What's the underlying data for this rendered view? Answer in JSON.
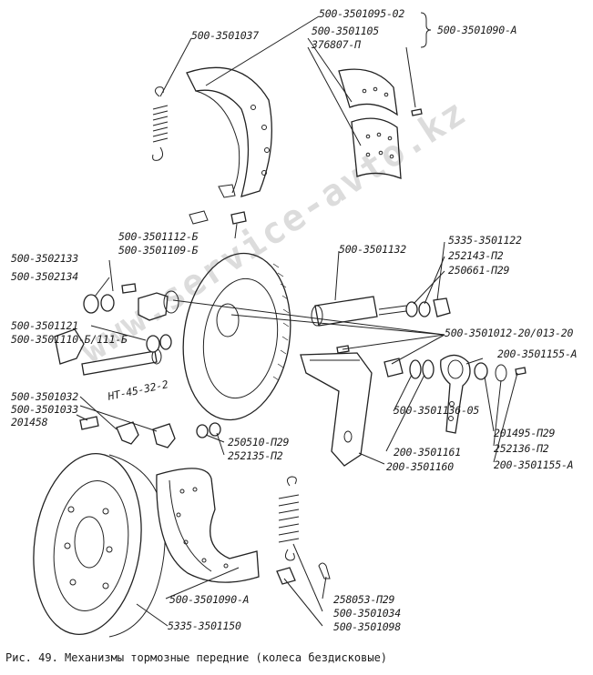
{
  "figure": {
    "caption": "Рис. 49. Механизмы тормозные передние (колеса бездисковые)",
    "watermark": "www.service-avto.kz"
  },
  "labels": {
    "l01": "500-3501037",
    "l02": "500-3501095-02",
    "l03": "500-3501105",
    "l04": "376807-П",
    "l05": "500-3501090-А",
    "l06": "500-3501112-Б",
    "l07": "500-3501109-Б",
    "l08": "500-3501132",
    "l09": "5335-3501122",
    "l10": "252143-П2",
    "l11": "250661-П29",
    "l12": "500-3502133",
    "l13": "500-3502134",
    "l14": "500-3501121",
    "l15": "500-3501110-Б/111-Б",
    "l16": "500-3501012-20/013-20",
    "l17": "200-3501155-А",
    "l18": "НТ-45-32-2",
    "l19": "500-3501032",
    "l20": "500-3501033",
    "l21": "201458",
    "l22": "250510-П29",
    "l23": "252135-П2",
    "l24": "500-3501136-05",
    "l25": "200-3501161",
    "l26": "200-3501160",
    "l27": "201495-П29",
    "l28": "252136-П2",
    "l29": "200-3501155-А",
    "l30": "500-3501090-А",
    "l31": "258053-П29",
    "l32": "500-3501034",
    "l33": "500-3501098",
    "l34": "5335-3501150"
  }
}
